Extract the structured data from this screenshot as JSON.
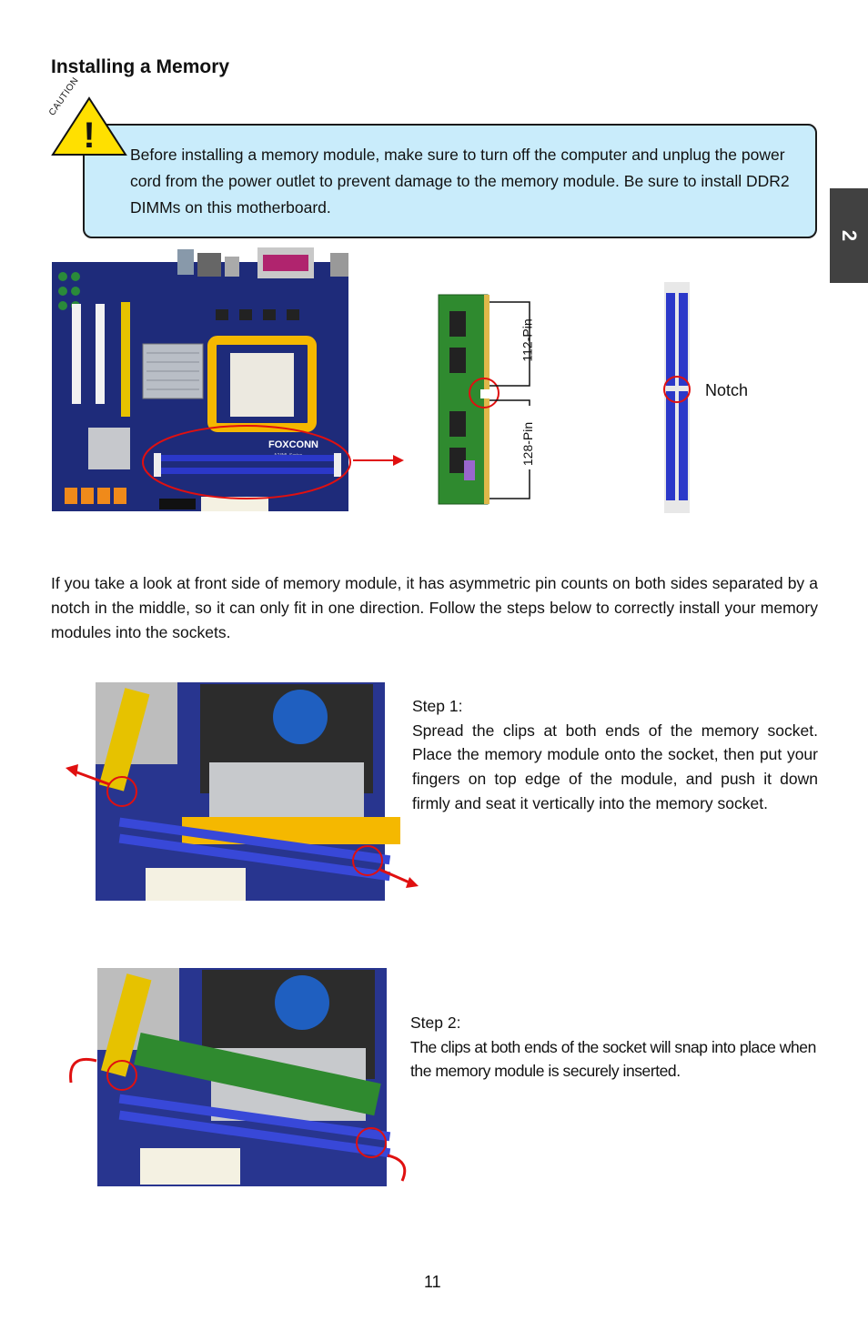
{
  "section_title": "Installing a Memory",
  "chapter_tab": "2",
  "caution": {
    "label": "CAUTION",
    "symbol": "!",
    "text": "Before installing a memory module, make sure to turn off the computer and unplug the power cord from the power outlet to prevent damage to the memory module. Be sure to install DDR2 DIMMs on this motherboard."
  },
  "diagram": {
    "pin_top": "112-Pin",
    "pin_bottom": "128-Pin",
    "notch": "Notch",
    "board_brand": "FOXCONN",
    "board_model": "A74ML Series"
  },
  "intro": "If you take a look at front side of memory module, it has asymmetric pin counts on both sides separated by a notch in the middle, so it can only fit in one direction. Follow the steps below to correctly install your memory modules into the sockets.",
  "step1": {
    "title": "Step 1:",
    "body": "Spread the clips at both ends of the memory socket. Place the memory module onto the socket, then put your fingers on top edge of the module, and push it down firmly and seat it vertically into the memory socket."
  },
  "step2": {
    "title": "Step 2:",
    "body": "The clips at both ends of the socket will snap into place when the memory module is securely inserted."
  },
  "page_number": "11",
  "colors": {
    "caution_fill": "#c9ecfb",
    "caution_icon": "#ffe000",
    "highlight_red": "#e01010",
    "dimm_slot_blue": "#2b38c9",
    "board_blue": "#1e2b7a",
    "module_green": "#2f8a2f",
    "chapter_tab": "#414141"
  }
}
